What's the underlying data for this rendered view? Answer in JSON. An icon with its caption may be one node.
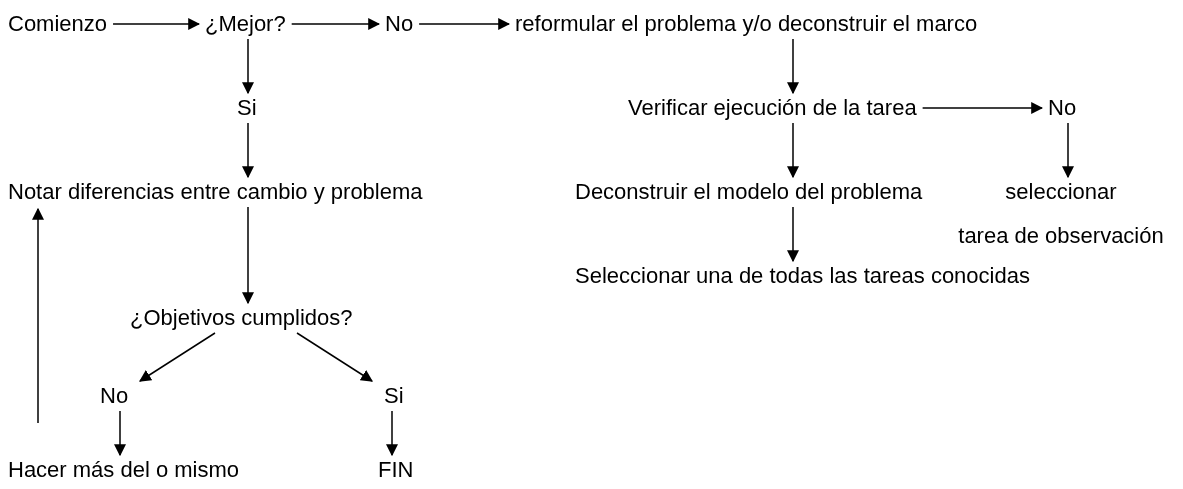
{
  "diagram": {
    "nodes": [
      {
        "text": [
          "Comienzo"
        ]
      },
      {
        "text": [
          "¿Mejor?"
        ]
      },
      {
        "text": [
          "No"
        ]
      },
      {
        "text": [
          "reformular el problema y/o deconstruir el marco"
        ]
      },
      {
        "text": [
          "Si"
        ]
      },
      {
        "text": [
          "Notar diferencias entre cambio y problema"
        ]
      },
      {
        "text": [
          "Verificar ejecución de la tarea"
        ]
      },
      {
        "text": [
          "No"
        ]
      },
      {
        "text": [
          "Deconstruir el modelo del problema"
        ]
      },
      {
        "text": [
          "seleccionar",
          "tarea de observación"
        ]
      },
      {
        "text": [
          "Seleccionar una de todas las tareas conocidas"
        ]
      },
      {
        "text": [
          "¿Objetivos cumplidos?"
        ]
      },
      {
        "text": [
          "No"
        ]
      },
      {
        "text": [
          "Si"
        ]
      },
      {
        "text": [
          "Hacer más del o mismo"
        ]
      },
      {
        "text": [
          "FIN"
        ]
      }
    ],
    "edges": [
      {
        "from": 0,
        "to": 1,
        "arrow": "to"
      },
      {
        "from": 1,
        "to": 2,
        "arrow": "to"
      },
      {
        "from": 2,
        "to": 3,
        "arrow": "to"
      },
      {
        "from": 1,
        "to": 4,
        "arrow": "to"
      },
      {
        "from": 4,
        "to": 5,
        "arrow": "to"
      },
      {
        "from": 3,
        "to": 6,
        "arrow": "to"
      },
      {
        "from": 6,
        "to": 7,
        "arrow": "to"
      },
      {
        "from": 6,
        "to": 8,
        "arrow": "to"
      },
      {
        "from": 7,
        "to": 9,
        "arrow": "to"
      },
      {
        "from": 8,
        "to": 10,
        "arrow": "to"
      },
      {
        "from": 5,
        "to": 11,
        "arrow": "to"
      },
      {
        "from": 11,
        "to": 12,
        "arrow": "to"
      },
      {
        "from": 11,
        "to": 13,
        "arrow": "to"
      },
      {
        "from": 12,
        "to": 14,
        "arrow": "to"
      },
      {
        "from": 13,
        "to": 15,
        "arrow": "to"
      },
      {
        "from": null,
        "to": 5,
        "arrow": "to"
      }
    ]
  }
}
